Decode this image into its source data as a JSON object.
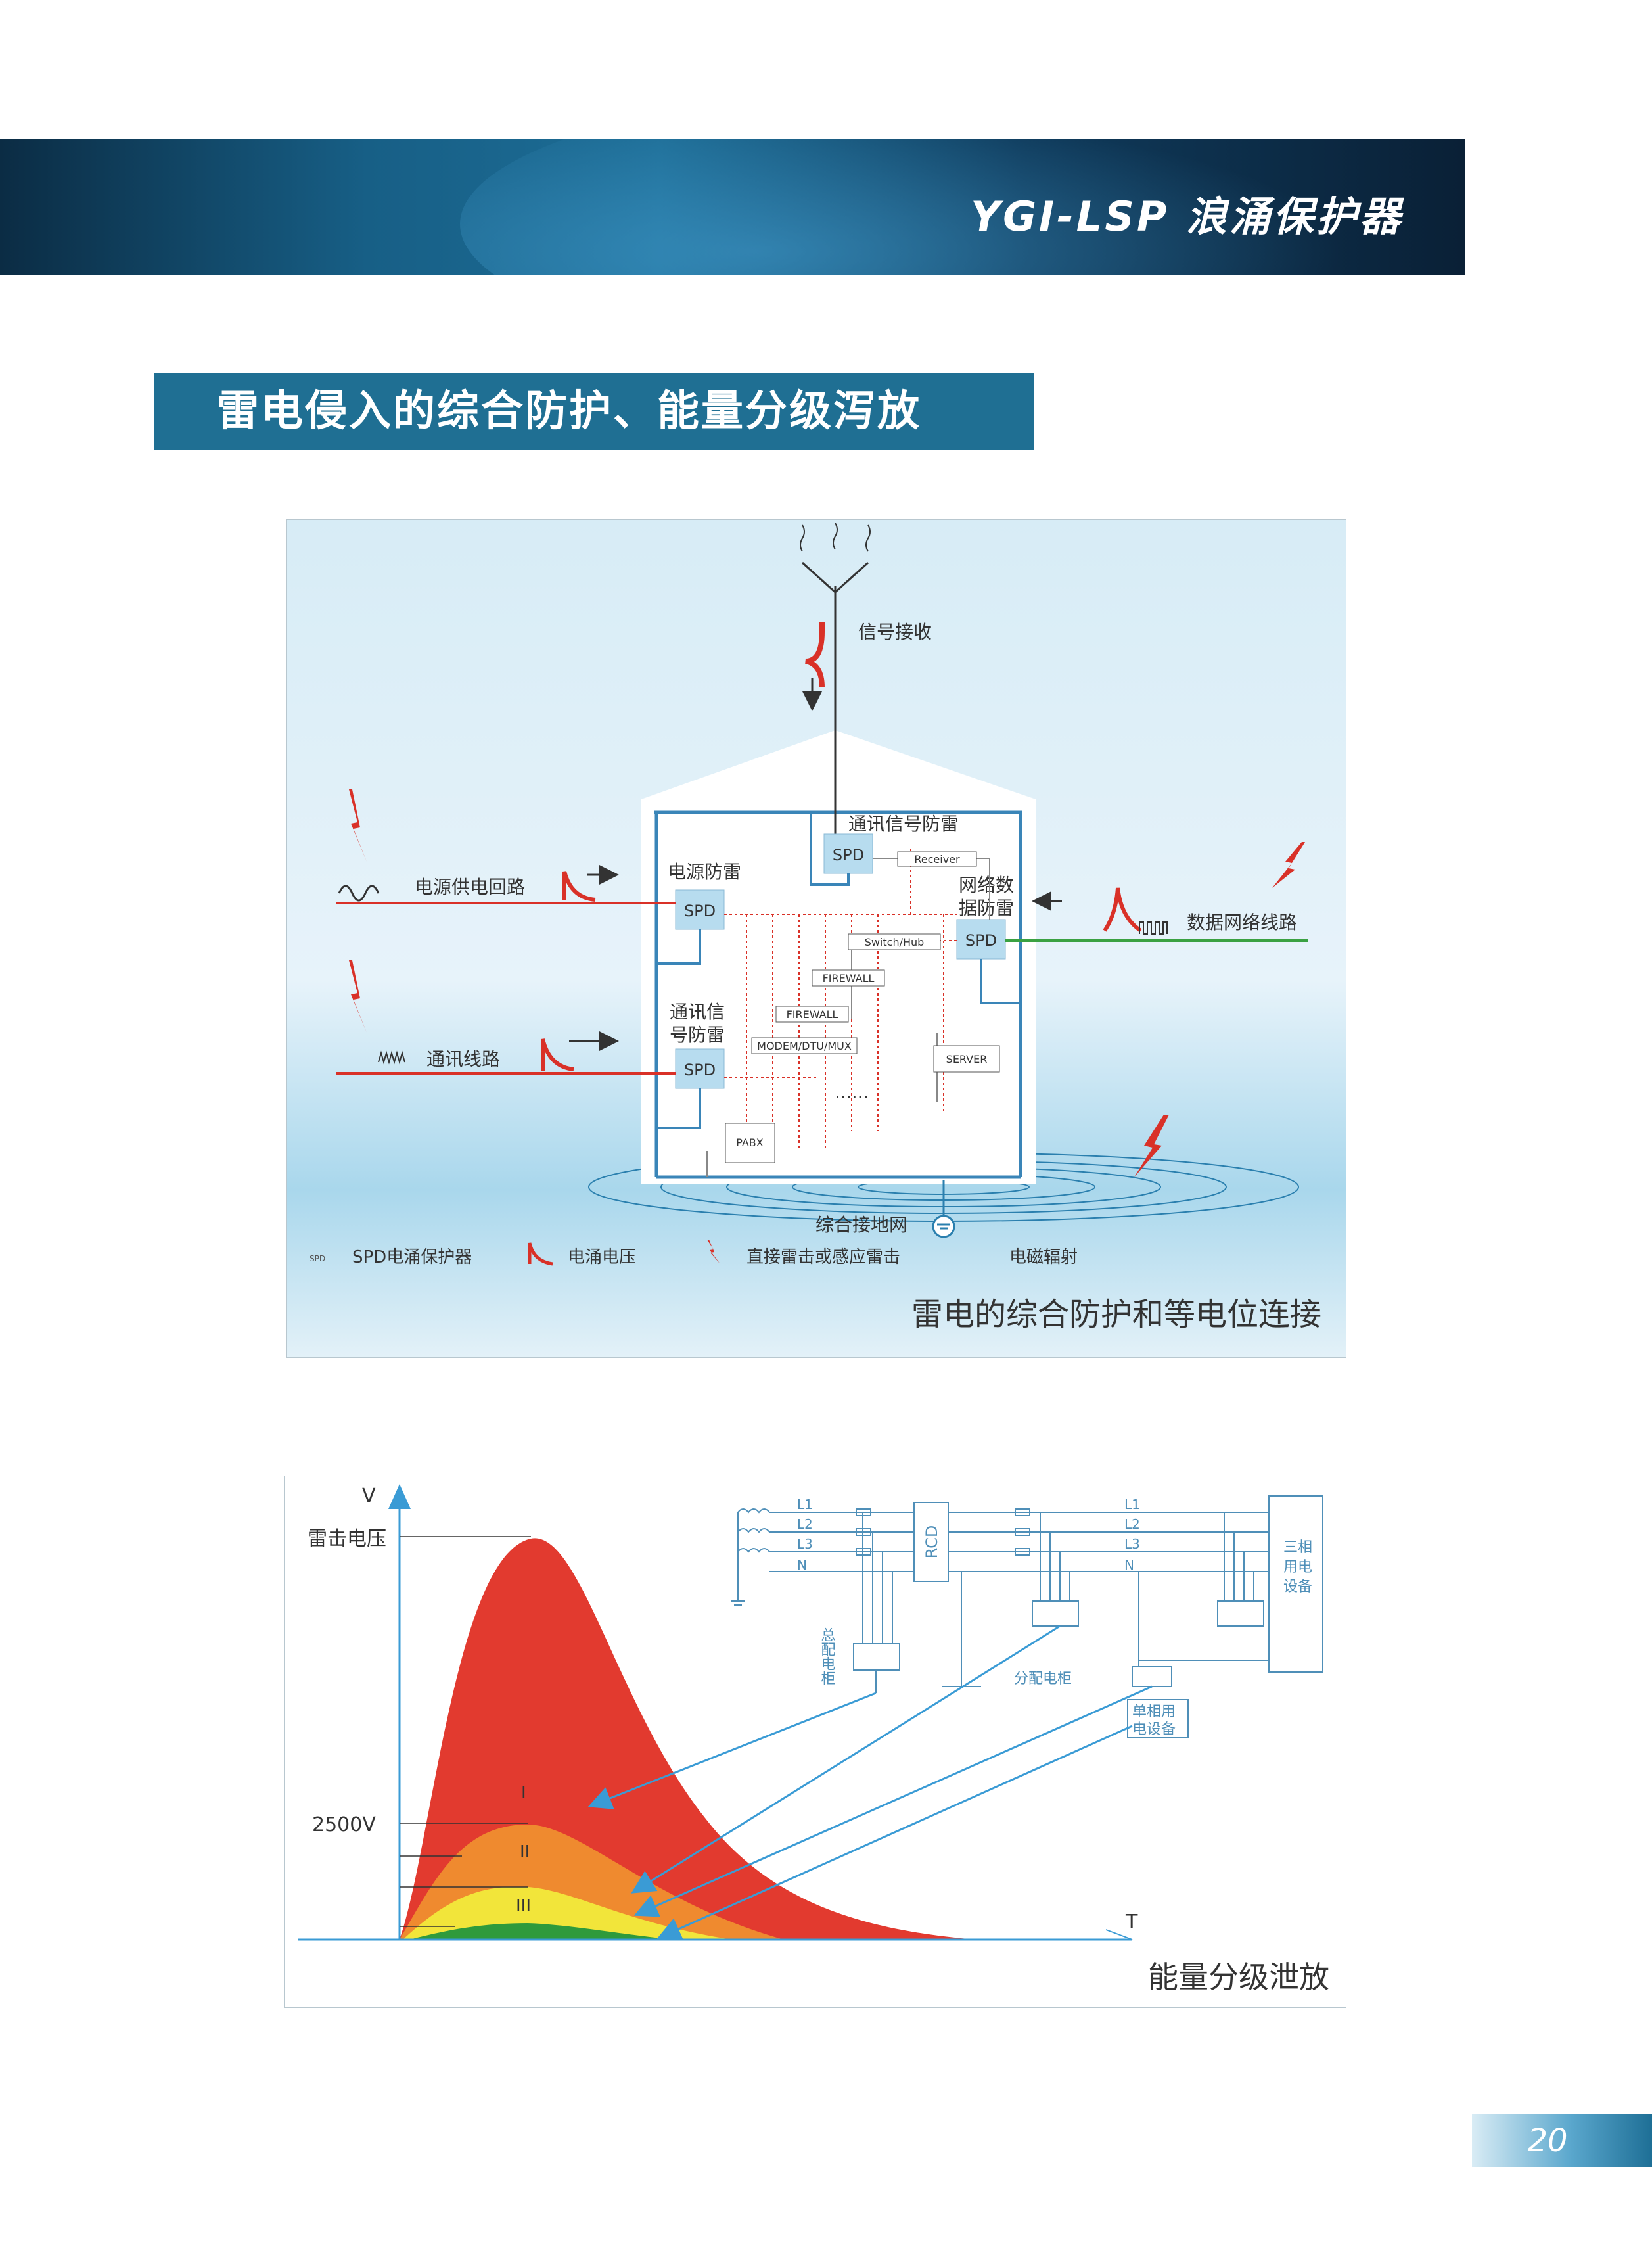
{
  "header": {
    "brand": "YGI-LSP 浪涌保护器"
  },
  "section_title": "雷电侵入的综合防护、能量分级泻放",
  "figure1": {
    "signal_receive": "信号接收",
    "comm_signal_protect": "通讯信号防雷",
    "power_protect": "电源防雷",
    "network_protect_line1": "网络数",
    "network_protect_line2": "据防雷",
    "comm_protect_line1": "通讯信",
    "comm_protect_line2": "号防雷",
    "spd": "SPD",
    "power_line": "电源供电回路",
    "comm_line": "通讯线路",
    "data_line": "数据网络线路",
    "devices": {
      "receiver": "Receiver",
      "switch_hub": "Switch/Hub",
      "firewall1": "FIREWALL",
      "firewall2": "FIREWALL",
      "modem": "MODEM/DTU/MUX",
      "server": "SERVER",
      "pabx": "PABX",
      "ellipsis": "……"
    },
    "ground_grid": "综合接地网",
    "legend": {
      "spd_small": "SPD",
      "spd_text": "SPD电涌保护器",
      "surge_text": "电涌电压",
      "strike_text": "直接雷击或感应雷击",
      "em_text": "电磁辐射"
    },
    "caption": "雷电的综合防护和等电位连接"
  },
  "figure2": {
    "y_axis_label": "V",
    "x_axis_label": "T",
    "peak_label": "雷击电压",
    "level_label": "2500V",
    "zones": [
      "I",
      "II",
      "III"
    ],
    "lines": [
      "L1",
      "L2",
      "L3",
      "N"
    ],
    "rcd": "RCD",
    "main_cabinet": "总配电柜",
    "sub_cabinet": "分配电柜",
    "three_phase_line1": "三相",
    "three_phase_line2": "用电",
    "three_phase_line3": "设备",
    "single_phase_line1": "单相用",
    "single_phase_line2": "电设备",
    "caption": "能量分级泄放",
    "colors": {
      "zone1": "#e23a2f",
      "zone2": "#ef8a2f",
      "zone3": "#f2e53a",
      "zone4": "#2f9a3c"
    }
  },
  "page_number": "20"
}
